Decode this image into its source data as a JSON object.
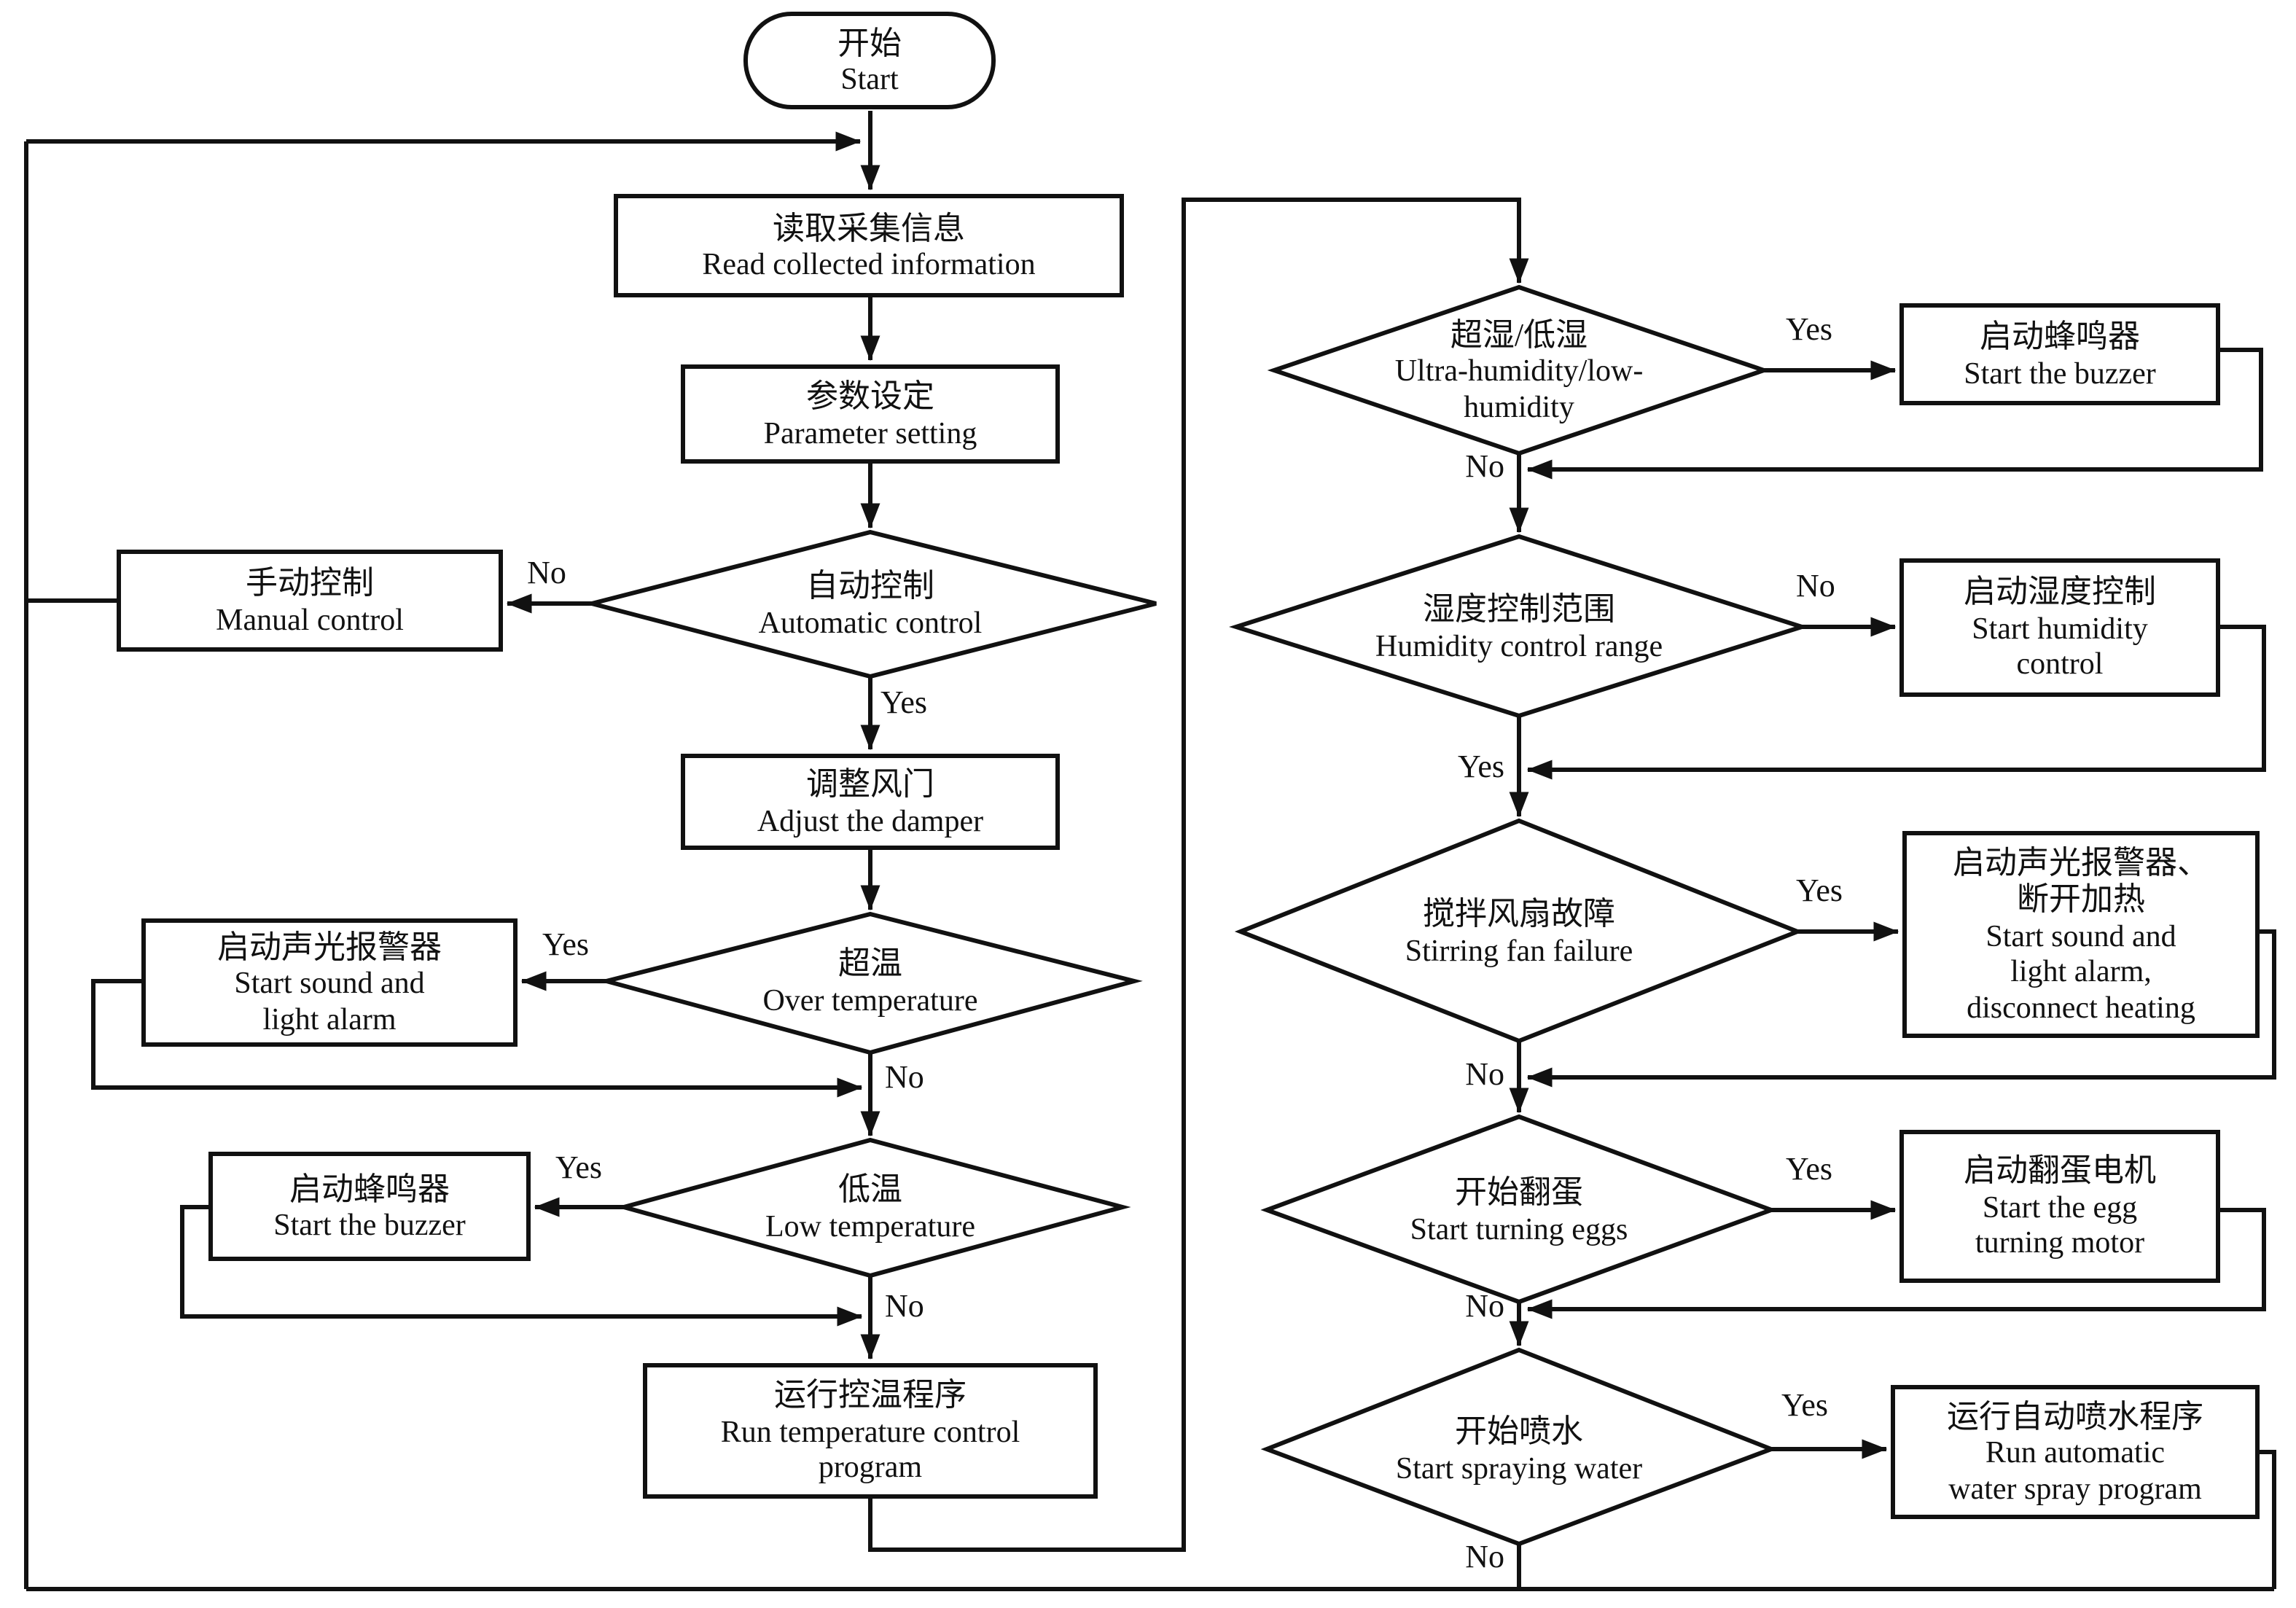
{
  "labels": {
    "yes": "Yes",
    "no": "No"
  },
  "colors": {
    "line": "#111111",
    "background": "#ffffff"
  },
  "nodes": {
    "start": {
      "zh": "开始",
      "en": "Start"
    },
    "read": {
      "zh": "读取采集信息",
      "en": "Read collected information"
    },
    "param": {
      "zh": "参数设定",
      "en": "Parameter setting"
    },
    "auto": {
      "zh": "自动控制",
      "en": "Automatic control"
    },
    "manual": {
      "zh": "手动控制",
      "en": "Manual control"
    },
    "damper": {
      "zh": "调整风门",
      "en": "Adjust the damper"
    },
    "overtemp": {
      "zh": "超温",
      "en": "Over temperature"
    },
    "alarm1": {
      "zh": "启动声光报警器",
      "en": "Start sound and\nlight alarm"
    },
    "lowtemp": {
      "zh": "低温",
      "en": "Low temperature"
    },
    "buzzer1": {
      "zh": "启动蜂鸣器",
      "en": "Start the buzzer"
    },
    "runtemp": {
      "zh": "运行控温程序",
      "en": "Run temperature control\nprogram"
    },
    "humid": {
      "zh": "超湿/低湿",
      "en": "Ultra-humidity/low-\nhumidity"
    },
    "buzzer2": {
      "zh": "启动蜂鸣器",
      "en": "Start the buzzer"
    },
    "humidrange": {
      "zh": "湿度控制范围",
      "en": "Humidity control range"
    },
    "humidctl": {
      "zh": "启动湿度控制",
      "en": "Start humidity\ncontrol"
    },
    "fan": {
      "zh": "搅拌风扇故障",
      "en": "Stirring fan failure"
    },
    "alarm2": {
      "zh": "启动声光报警器、\n断开加热",
      "en": "Start sound and\nlight alarm,\ndisconnect heating"
    },
    "egg": {
      "zh": "开始翻蛋",
      "en": "Start turning eggs"
    },
    "eggmotor": {
      "zh": "启动翻蛋电机",
      "en": "Start the egg\nturning motor"
    },
    "spray": {
      "zh": "开始喷水",
      "en": "Start spraying water"
    },
    "spraybox": {
      "zh": "运行自动喷水程序",
      "en": "Run automatic\nwater spray program"
    }
  }
}
